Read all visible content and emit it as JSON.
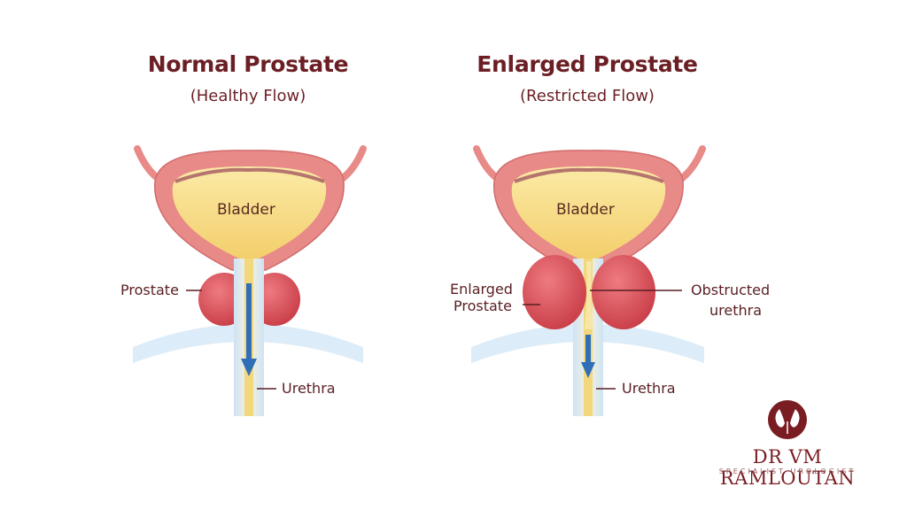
{
  "left_panel": {
    "title": "Normal Prostate",
    "subtitle": "(Healthy Flow)",
    "labels": {
      "bladder": "Bladder",
      "prostate": "Prostate",
      "urethra": "Urethra"
    }
  },
  "right_panel": {
    "title": "Enlarged Prostate",
    "subtitle": "(Restricted Flow)",
    "labels": {
      "bladder": "Bladder",
      "prostate_line1": "Enlarged",
      "prostate_line2": "Prostate",
      "obstructed_line1": "Obstructed",
      "obstructed_line2": "urethra",
      "urethra": "Urethra"
    }
  },
  "brand": {
    "name": "DR VM RAMLOUTAN",
    "tagline": "SPECIALIST UROLOGIST"
  },
  "colors": {
    "title": "#6b1f24",
    "bladder_wall": "#e88a88",
    "bladder_fill": "#f7dc8a",
    "prostate": "#d9515a",
    "flow_arrow": "#2f6fb8",
    "background_arc": "#dcecf8",
    "brand": "#7a1d22"
  }
}
